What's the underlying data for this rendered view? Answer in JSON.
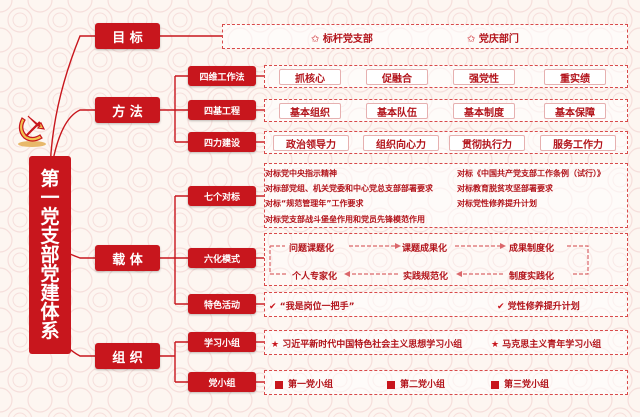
{
  "title": [
    "第",
    "一",
    "党",
    "支",
    "部",
    "党",
    "建",
    "体",
    "系"
  ],
  "categories": {
    "goal": "目 标",
    "method": "方 法",
    "carrier": "载 体",
    "org": "组 织"
  },
  "goal_items": [
    "标杆党支部",
    "党庆部门"
  ],
  "method_rows": [
    {
      "label": "四维工作法",
      "items": [
        "抓核心",
        "促融合",
        "强党性",
        "重实绩"
      ]
    },
    {
      "label": "四基工程",
      "items": [
        "基本组织",
        "基本队伍",
        "基本制度",
        "基本保障"
      ]
    },
    {
      "label": "四力建设",
      "items": [
        "政治领导力",
        "组织向心力",
        "贯彻执行力",
        "服务工作力"
      ]
    }
  ],
  "carrier_rows": {
    "seven": {
      "label": "七个对标",
      "left": [
        "对标党中央指示精神",
        "对标部党组、机关党委和中心党总支部部署要求",
        "对标“规范管理年”工作要求",
        "对标党支部战斗堡垒作用和党员先锋模范作用"
      ],
      "right": [
        "对标《中国共产党支部工作条例（试行）》",
        "对标教育脱贫攻坚部署要求",
        "对标党性修养提升计划"
      ]
    },
    "six": {
      "label": "六化模式",
      "top": [
        "问题课题化",
        "课题成果化",
        "成果制度化"
      ],
      "bottom": [
        "个人专家化",
        "实践规范化",
        "制度实践化"
      ]
    },
    "special": {
      "label": "特色活动",
      "items": [
        "“我是岗位一把手”",
        "党性修养提升计划"
      ]
    }
  },
  "org_rows": [
    {
      "label": "学习小组",
      "items": [
        "习近平新时代中国特色社会主义思想学习小组",
        "马克思主义青年学习小组"
      ]
    },
    {
      "label": "党小组",
      "items": [
        "第一党小组",
        "第二党小组",
        "第三党小组"
      ]
    }
  ],
  "colors": {
    "primary": "#c8161d",
    "background": "#fdf6f1",
    "dashed": "#d84a4a"
  },
  "icons": {
    "emblem": "party-emblem-icon",
    "bullet_star": "star-icon",
    "bullet_check": "check-icon",
    "bullet_square": "square-icon"
  }
}
